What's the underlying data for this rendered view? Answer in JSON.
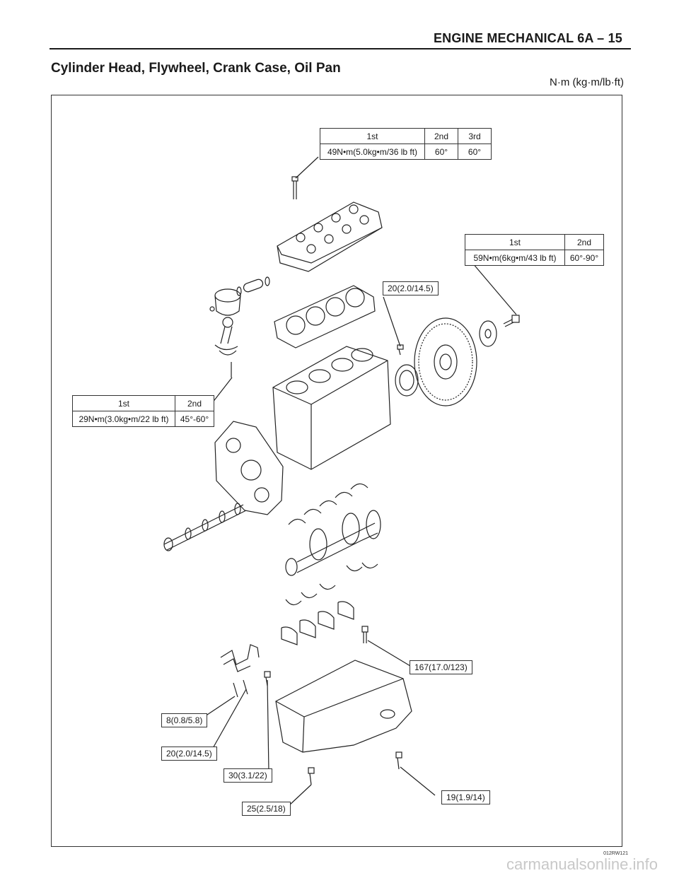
{
  "header": {
    "title": "ENGINE MECHANICAL  6A – 15"
  },
  "section": {
    "title": "Cylinder Head, Flywheel, Crank Case, Oil Pan",
    "units": "N·m (kg·m/lb·ft)"
  },
  "tables": {
    "head_bolt": {
      "h1": "1st",
      "h2": "2nd",
      "h3": "3rd",
      "v1": "49N•m(5.0kg•m/36 lb ft)",
      "v2": "60°",
      "v3": "60°"
    },
    "flywheel_bolt": {
      "h1": "1st",
      "h2": "2nd",
      "v1": "59N•m(6kg•m/43 lb ft)",
      "v2": "60°-90°"
    },
    "conrod_bolt": {
      "h1": "1st",
      "h2": "2nd",
      "v1": "29N•m(3.0kg•m/22 lb ft)",
      "v2": "45°-60°"
    }
  },
  "callouts": {
    "c_20a": "20(2.0/14.5)",
    "c_167": "167(17.0/123)",
    "c_8": "8(0.8/5.8)",
    "c_20b": "20(2.0/14.5)",
    "c_30": "30(3.1/22)",
    "c_25": "25(2.5/18)",
    "c_19": "19(1.9/14)"
  },
  "figure": {
    "code": "012RW121"
  },
  "watermark": "carmanualsonline.info"
}
